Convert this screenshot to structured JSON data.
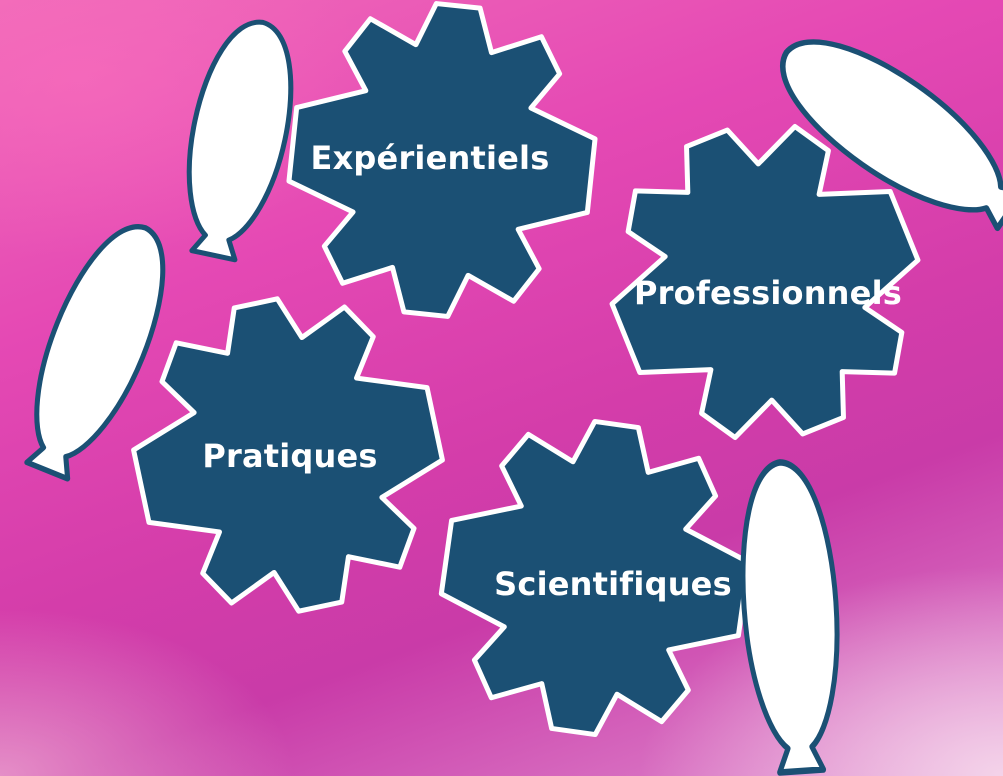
{
  "colors": {
    "gear_fill": "#1b5074",
    "gear_outline": "#ffffff",
    "balloon_fill": "#ffffff",
    "balloon_outline": "#1b5074",
    "background_main": "#d43daa"
  },
  "gears": [
    {
      "label": "Expérientiels",
      "icon": "gear-icon"
    },
    {
      "label": "Professionnels",
      "icon": "gear-icon"
    },
    {
      "label": "Pratiques",
      "icon": "gear-icon"
    },
    {
      "label": "Scientifiques",
      "icon": "gear-icon"
    }
  ],
  "balloons": [
    {
      "icon": "balloon-icon"
    },
    {
      "icon": "balloon-icon"
    },
    {
      "icon": "balloon-icon"
    },
    {
      "icon": "balloon-icon"
    }
  ]
}
